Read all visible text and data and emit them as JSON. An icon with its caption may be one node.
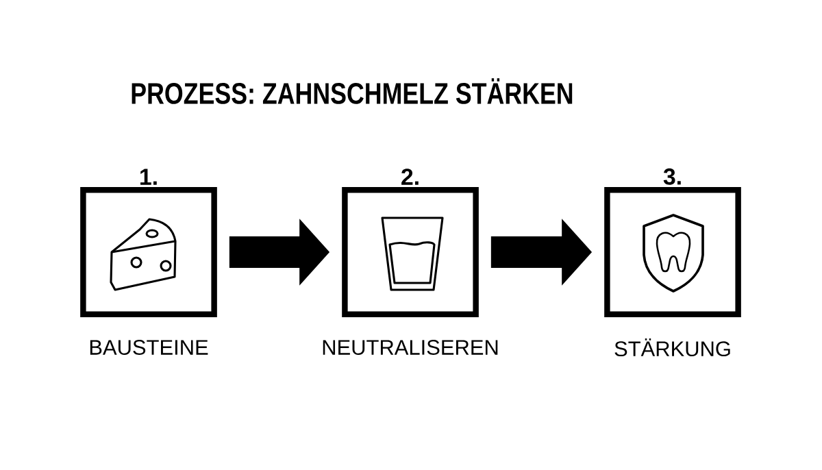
{
  "diagram": {
    "title": "PROZESS: ZAHNSCHMELZ STÄRKEN",
    "nodes": [
      {
        "text": [
          "1."
        ],
        "beside": [
          "BAUSTEINE"
        ]
      },
      {
        "text": [
          "2."
        ],
        "beside": [
          "NEUTRALISEREN"
        ]
      },
      {
        "text": [
          "3."
        ],
        "beside": [
          "STÄRKUNG"
        ]
      }
    ],
    "edges": [
      {
        "from": 0,
        "to": 1,
        "arrow": "to"
      },
      {
        "from": 1,
        "to": 2,
        "arrow": "to"
      }
    ]
  }
}
